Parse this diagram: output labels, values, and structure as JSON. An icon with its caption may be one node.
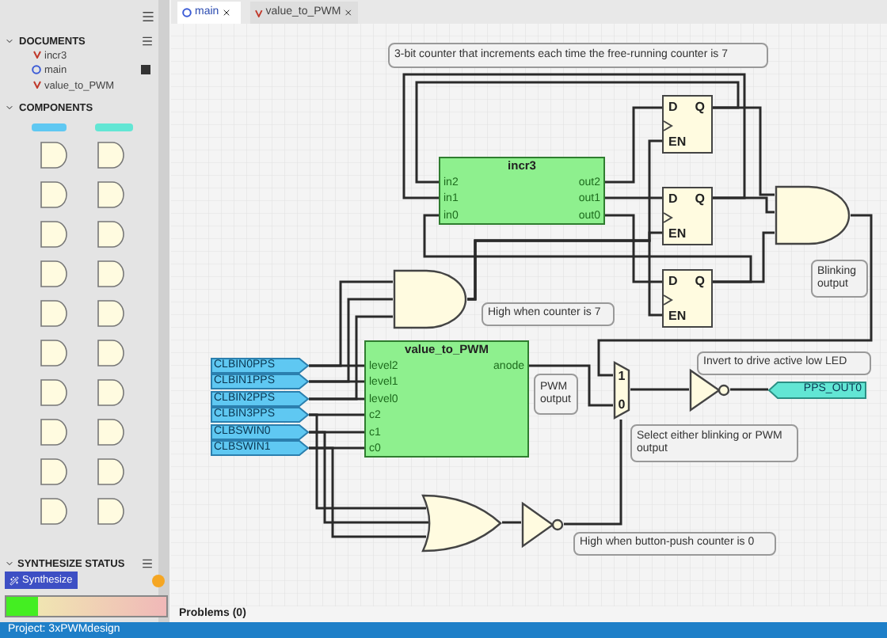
{
  "diagram": {
    "nodes": [
      {
        "text": [
          "incr3",
          "in2",
          "in1",
          "in0",
          "out2",
          "out1",
          "out0"
        ]
      },
      {
        "text": [
          "D",
          "Q",
          "EN"
        ]
      },
      {
        "text": [
          "D",
          "Q",
          "EN"
        ]
      },
      {
        "text": [
          "D",
          "Q",
          "EN"
        ]
      },
      {
        "text": [],
        "shape": "gate"
      },
      {
        "text": [],
        "shape": "gate"
      },
      {
        "text": [
          "value_to_PWM",
          "level2",
          "level1",
          "level0",
          "c2",
          "c1",
          "c0",
          "anode"
        ]
      },
      {
        "text": [
          "CLBIN0PPS"
        ]
      },
      {
        "text": [
          "CLBIN1PPS"
        ]
      },
      {
        "text": [
          "CLBIN2PPS"
        ]
      },
      {
        "text": [
          "CLBIN3PPS"
        ]
      },
      {
        "text": [
          "CLBSWIN0"
        ]
      },
      {
        "text": [
          "CLBSWIN1"
        ]
      },
      {
        "text": [
          "1",
          "0"
        ]
      },
      {
        "text": [],
        "shape": "triangle"
      },
      {
        "text": [
          "PPS_OUT0"
        ]
      },
      {
        "text": [],
        "shape": "gate"
      },
      {
        "text": [],
        "shape": "triangle"
      },
      {
        "text": [
          "3-bit counter that increments each time the free-running counter is 7"
        ]
      },
      {
        "text": [
          "Blinking output"
        ]
      },
      {
        "text": [
          "High when counter is 7"
        ]
      },
      {
        "text": [
          "PWM output"
        ]
      },
      {
        "text": [
          "Invert to drive active low LED"
        ]
      },
      {
        "text": [
          "Select either blinking or PWM output"
        ]
      },
      {
        "text": [
          "High when button-push counter is 0"
        ]
      }
    ],
    "edges": [
      {
        "from": 0,
        "to": 1,
        "arrow": "none"
      },
      {
        "from": 0,
        "to": 2,
        "arrow": "none"
      },
      {
        "from": 0,
        "to": 3,
        "arrow": "none"
      },
      {
        "from": 1,
        "to": 0,
        "arrow": "none"
      },
      {
        "from": 2,
        "to": 0,
        "arrow": "none"
      },
      {
        "from": 3,
        "to": 0,
        "arrow": "none"
      },
      {
        "from": 1,
        "to": 4,
        "arrow": "none"
      },
      {
        "from": 2,
        "to": 4,
        "arrow": "none"
      },
      {
        "from": 3,
        "to": 4,
        "arrow": "none"
      },
      {
        "from": 5,
        "to": 1,
        "arrow": "none"
      },
      {
        "from": 5,
        "to": 2,
        "arrow": "none"
      },
      {
        "from": 5,
        "to": 3,
        "arrow": "none"
      },
      {
        "from": 7,
        "to": 5,
        "arrow": "none"
      },
      {
        "from": 8,
        "to": 5,
        "arrow": "none"
      },
      {
        "from": 9,
        "to": 5,
        "arrow": "none"
      },
      {
        "from": 7,
        "to": 6,
        "arrow": "none"
      },
      {
        "from": 8,
        "to": 6,
        "arrow": "none"
      },
      {
        "from": 9,
        "to": 6,
        "arrow": "none"
      },
      {
        "from": 10,
        "to": 6,
        "arrow": "none"
      },
      {
        "from": 11,
        "to": 6,
        "arrow": "none"
      },
      {
        "from": 12,
        "to": 6,
        "arrow": "none"
      },
      {
        "from": 10,
        "to": 16,
        "arrow": "none"
      },
      {
        "from": 11,
        "to": 16,
        "arrow": "none"
      },
      {
        "from": 12,
        "to": 16,
        "arrow": "none"
      },
      {
        "from": 4,
        "to": 13,
        "arrow": "none"
      },
      {
        "from": 6,
        "to": 13,
        "arrow": "none"
      },
      {
        "from": 13,
        "to": 14,
        "arrow": "none"
      },
      {
        "from": 14,
        "to": 15,
        "arrow": "none"
      },
      {
        "from": 16,
        "to": 17,
        "arrow": "none"
      },
      {
        "from": 17,
        "to": 13,
        "arrow": "none"
      }
    ],
    "labels": [
      "DOCUMENTS",
      "incr3",
      "main",
      "value_to_PWM",
      "COMPONENTS",
      "SYNTHESIZE STATUS",
      "Synthesize",
      "main",
      "value_to_PWM",
      "Problems (0)",
      "Project: 3xPWMdesign"
    ]
  }
}
